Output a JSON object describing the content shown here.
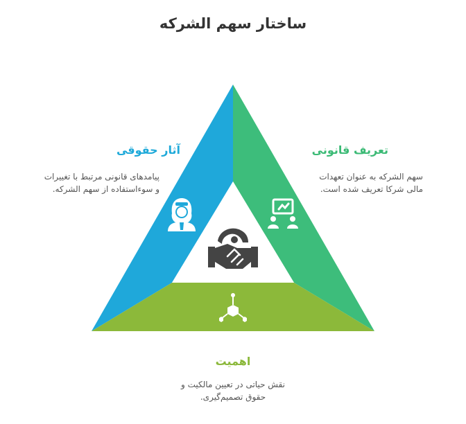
{
  "title": "ساختار سهم الشرکه",
  "sections": {
    "left": {
      "heading": "آثار حقوقی",
      "line1": "پیامدهای قانونی مرتبط با تغییرات",
      "line2": "و سوءاستفاده از سهم الشرکه.",
      "color": "#1fa8da",
      "icon": "judge-icon"
    },
    "right": {
      "heading": "تعریف قانونی",
      "line1": "سهم الشرکه به عنوان تعهدات",
      "line2": "مالی شرکا تعریف شده است.",
      "color": "#3dbd7b",
      "icon": "presentation-icon"
    },
    "bottom": {
      "heading": "اهمیت",
      "line1": "نقش حیاتی در تعیین مالکیت و",
      "line2": "حقوق تصمیم‌گیری.",
      "color": "#8cb93a",
      "icon": "network-cube-icon"
    },
    "center": {
      "icon": "handshake-globe-icon",
      "color": "#444444"
    }
  }
}
